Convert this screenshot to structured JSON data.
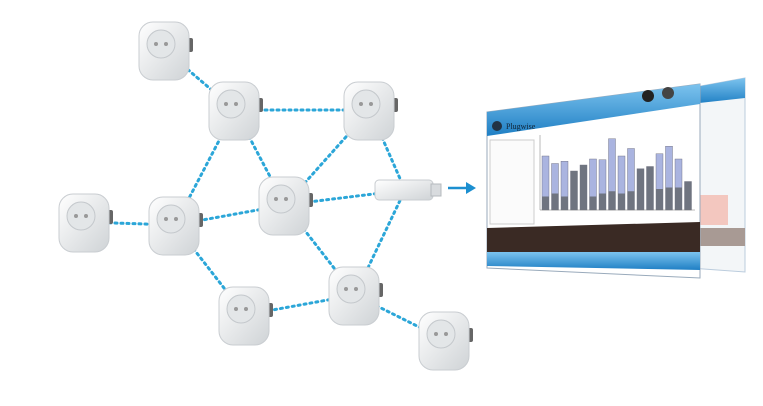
{
  "software": {
    "logo": "Plugwise",
    "accent": "#2a86c8",
    "bar_values_light": [
      72,
      62,
      65,
      52,
      60,
      68,
      67,
      95,
      72,
      82,
      55,
      58,
      75,
      85,
      68,
      38
    ],
    "bar_values_dark": [
      18,
      22,
      18,
      52,
      60,
      18,
      22,
      25,
      22,
      25,
      55,
      58,
      28,
      30,
      30,
      38
    ]
  },
  "colors": {
    "link": "#2ba6d8",
    "arrow": "#1c8fd0",
    "plug": "#eef0f1"
  }
}
